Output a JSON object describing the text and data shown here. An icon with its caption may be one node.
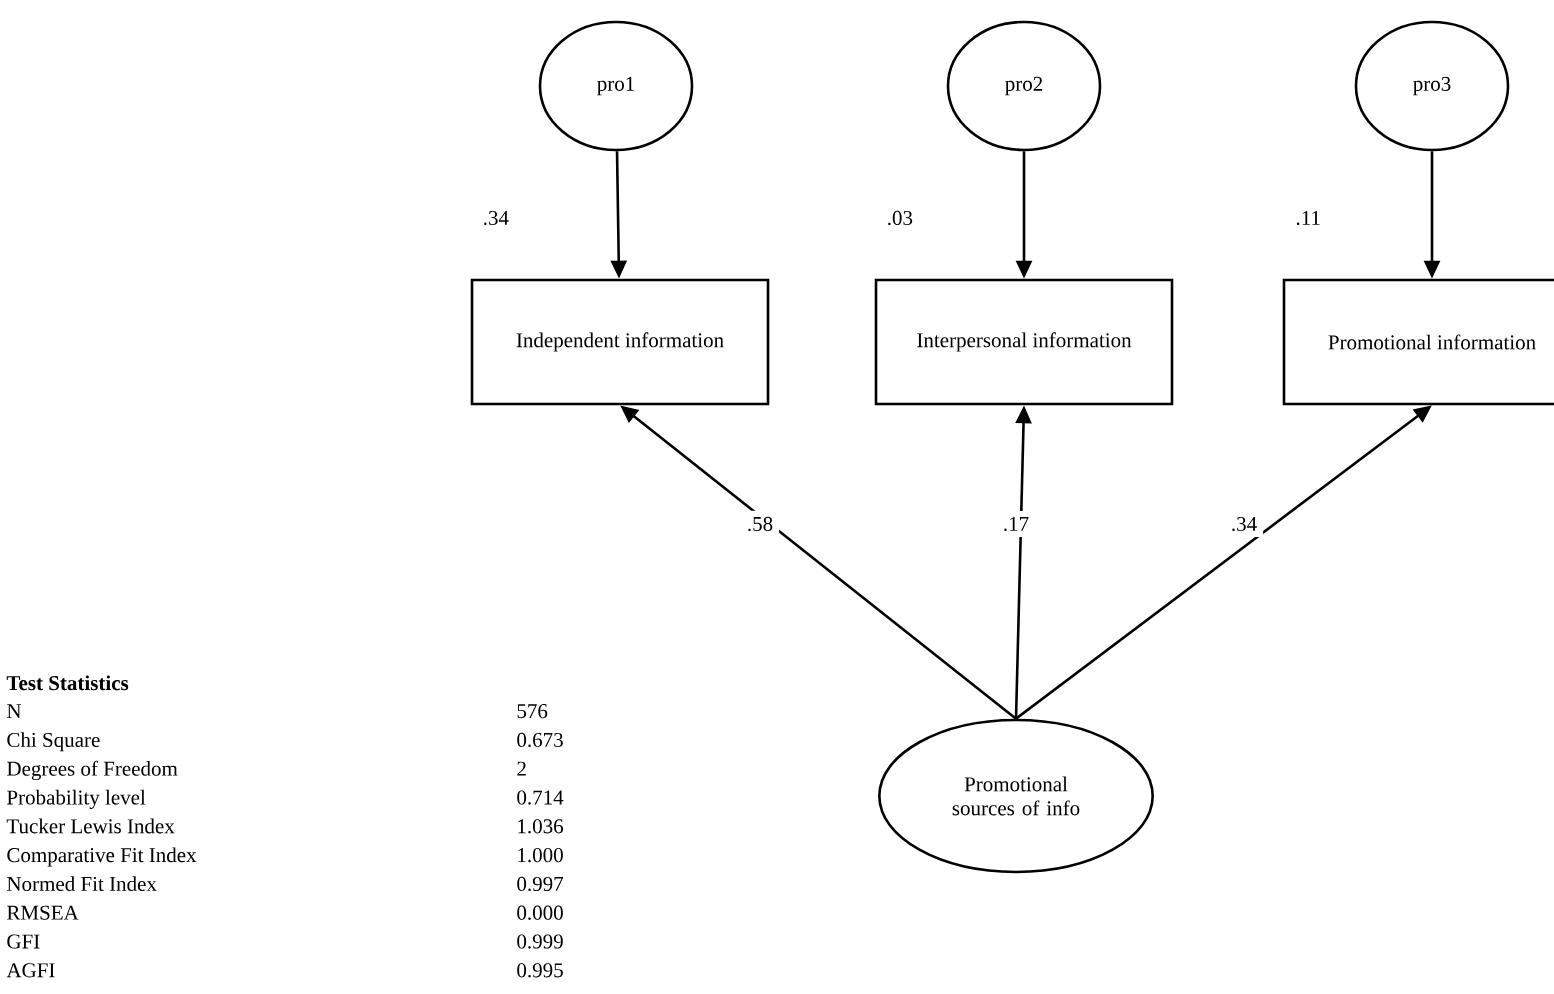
{
  "diagram": {
    "nodes": [
      {
        "text": [
          "pro1"
        ]
      },
      {
        "text": [
          "pro2"
        ]
      },
      {
        "text": [
          "pro3"
        ]
      },
      {
        "text": [
          "Independent information"
        ],
        "beside": [
          ".34"
        ]
      },
      {
        "text": [
          "Interpersonal information"
        ],
        "beside": [
          ".03"
        ]
      },
      {
        "text": [
          "Promotional information"
        ],
        "beside": [
          ".11"
        ]
      },
      {
        "text": [
          "Promotional sources of info"
        ]
      }
    ],
    "edges": [
      {
        "from": 0,
        "to": 3,
        "arrow": "to"
      },
      {
        "from": 1,
        "to": 4,
        "arrow": "to"
      },
      {
        "from": 2,
        "to": 5,
        "arrow": "to"
      },
      {
        "from": 6,
        "to": 3,
        "arrow": "to",
        "label": ".58"
      },
      {
        "from": 6,
        "to": 4,
        "arrow": "to",
        "label": ".17"
      },
      {
        "from": 6,
        "to": 5,
        "arrow": "to",
        "label": ".34"
      }
    ],
    "labels": [
      "Test Statistics",
      "N",
      "576",
      "Chi Square",
      "0.673",
      "Degrees of Freedom",
      "2",
      "Probability level",
      "0.714",
      "Tucker Lewis Index",
      "1.036",
      "Comparative Fit Index",
      "1.000",
      "Normed Fit Index",
      "0.997",
      "RMSEA",
      "0.000",
      "GFI",
      "0.999",
      "AGFI",
      "0.995"
    ]
  }
}
